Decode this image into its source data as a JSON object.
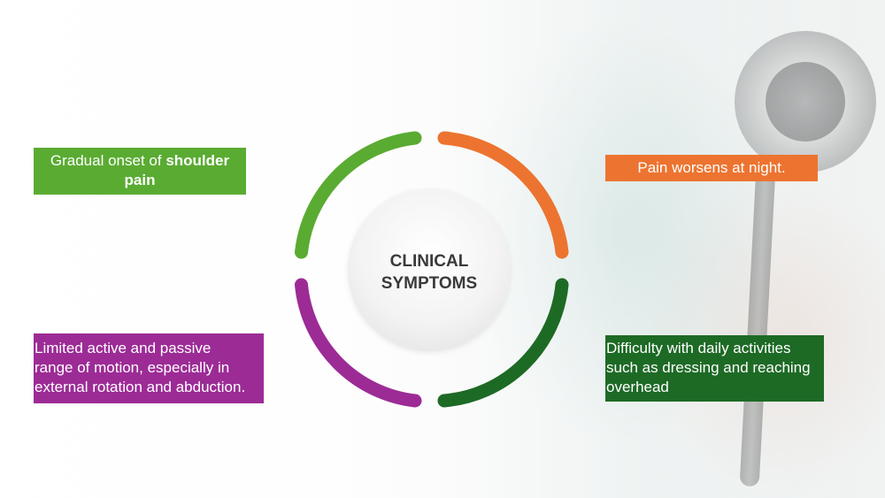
{
  "center": {
    "title": "CLINICAL\nSYMPTOMS"
  },
  "symptoms": [
    {
      "position": "top-left",
      "color": "#5aab32",
      "text_plain": "Gradual onset of ",
      "text_bold": "shoulder pain"
    },
    {
      "position": "top-right",
      "color": "#ec7430",
      "text": "Pain worsens at night."
    },
    {
      "position": "bottom-left",
      "color": "#9c2b96",
      "text": "Limited active and passive\nrange of motion, especially in\nexternal rotation and abduction."
    },
    {
      "position": "bottom-right",
      "color": "#1d6a25",
      "text": "Difficulty with daily activities\nsuch as dressing and reaching\noverhead"
    }
  ],
  "ring_colors": {
    "top-left": "#5aab32",
    "top-right": "#ec7430",
    "bottom-right": "#1d6a25",
    "bottom-left": "#9c2b96"
  },
  "background_image": "stethoscope-icon"
}
